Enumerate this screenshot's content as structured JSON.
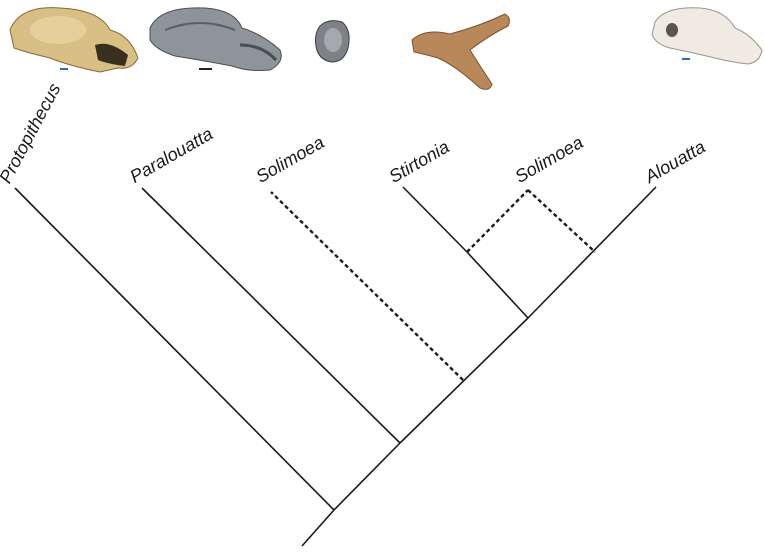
{
  "diagram": {
    "taxa": [
      {
        "id": "protopithecus",
        "label": "Protopithecus",
        "fossil": "cranium-photo"
      },
      {
        "id": "paralouatta",
        "label": "Paralouatta",
        "fossil": "cranium-scan"
      },
      {
        "id": "solimoea-1",
        "label": "Solimoea",
        "fossil": "tooth-scan",
        "branch": "dotted"
      },
      {
        "id": "stirtonia",
        "label": "Stirtonia",
        "fossil": "mandible-photo"
      },
      {
        "id": "solimoea-2",
        "label": "Solimoea",
        "fossil": "none",
        "branch": "dotted"
      },
      {
        "id": "alouatta",
        "label": "Alouatta",
        "fossil": "skull-photo"
      }
    ],
    "colors": {
      "line": "#1a1a1a",
      "skull_bone": "#d9c08a",
      "scan_gray": "#8a8f96",
      "mandible": "#b8875a",
      "modern_skull": "#efeae2",
      "scale_bar": "#2a6fb5"
    }
  }
}
